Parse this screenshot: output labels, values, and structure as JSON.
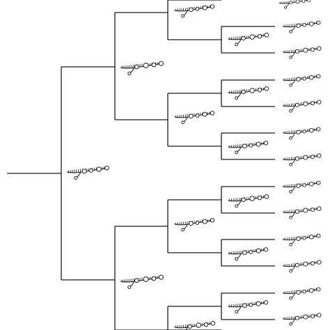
{
  "diagram": {
    "type": "phylogenetic-tree",
    "orientation": "left-to-right",
    "node_glyph": "rna-secondary-structure-icon",
    "internal_node_count": 13,
    "leaf_count": 13,
    "text_labels": []
  },
  "colors": {
    "background": "#ffffff",
    "line": "#1a1a1a"
  }
}
